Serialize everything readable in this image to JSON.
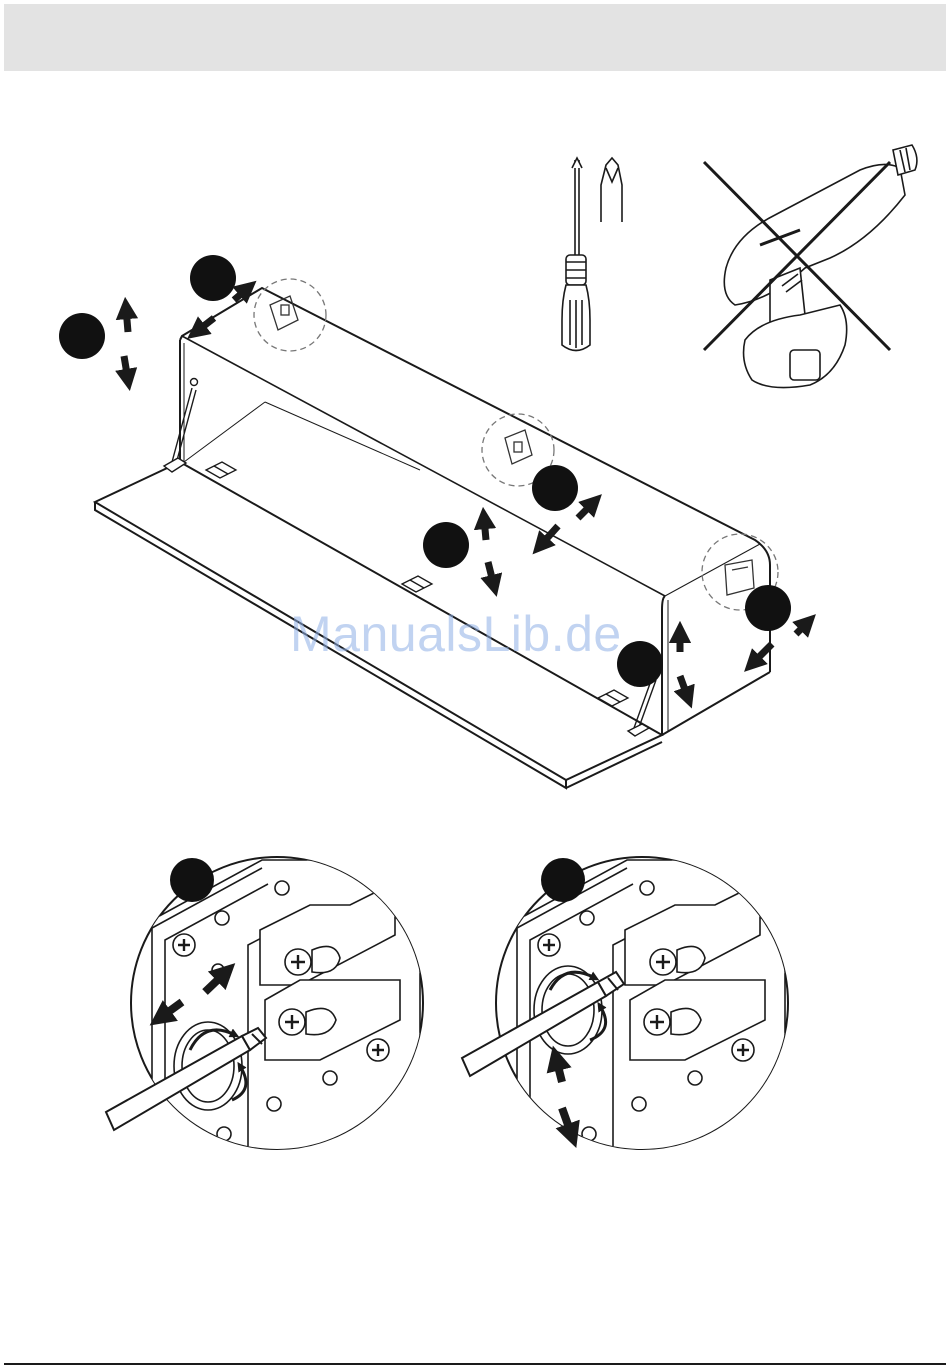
{
  "page": {
    "watermark_text": "ManualsLib.de",
    "header_band_color": "#e3e3e3",
    "line_color": "#1a1a1a"
  },
  "tools": {
    "allowed": "phillips-screwdriver-icon",
    "forbidden": "power-drill-crossed-out-icon"
  },
  "cabinet": {
    "adjustment_badges": 6,
    "hinge_detail_markers": 3,
    "lid_hinges": 3
  },
  "details": {
    "left": {
      "adjustment": "depth"
    },
    "right": {
      "adjustment": "height"
    }
  }
}
